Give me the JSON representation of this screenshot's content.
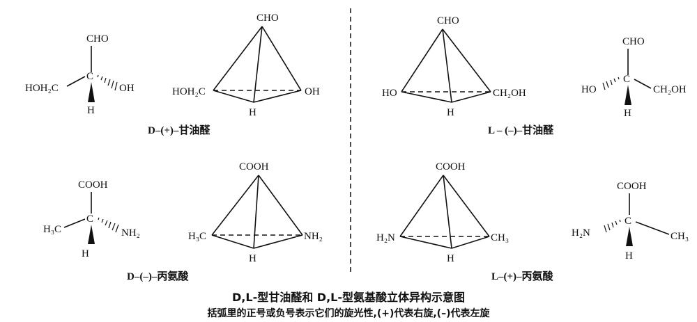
{
  "diagram": {
    "glyceraldehyde": {
      "cho": "CHO",
      "hoh2c": "HOH₂C",
      "ch2oh": "CH₂OH",
      "oh": "OH",
      "ho": "HO",
      "h": "H",
      "d_caption": "D–(+)–甘油醛",
      "l_caption": "L – (–)–甘油醛"
    },
    "alanine": {
      "cooh": "COOH",
      "h3c": "H₃C",
      "ch3": "CH₃",
      "nh2": "NH₂",
      "h2n": "H₂N",
      "h": "H",
      "d_caption": "D–(–)–丙氨酸",
      "l_caption": "L–(+)–丙氨酸"
    }
  },
  "caption": {
    "title": "D,L-型甘油醛和 D,L-型氨基酸立体异构示意图",
    "note": "括弧里的正号或负号表示它们的旋光性,(+)代表右旋,(–)代表左旋"
  }
}
